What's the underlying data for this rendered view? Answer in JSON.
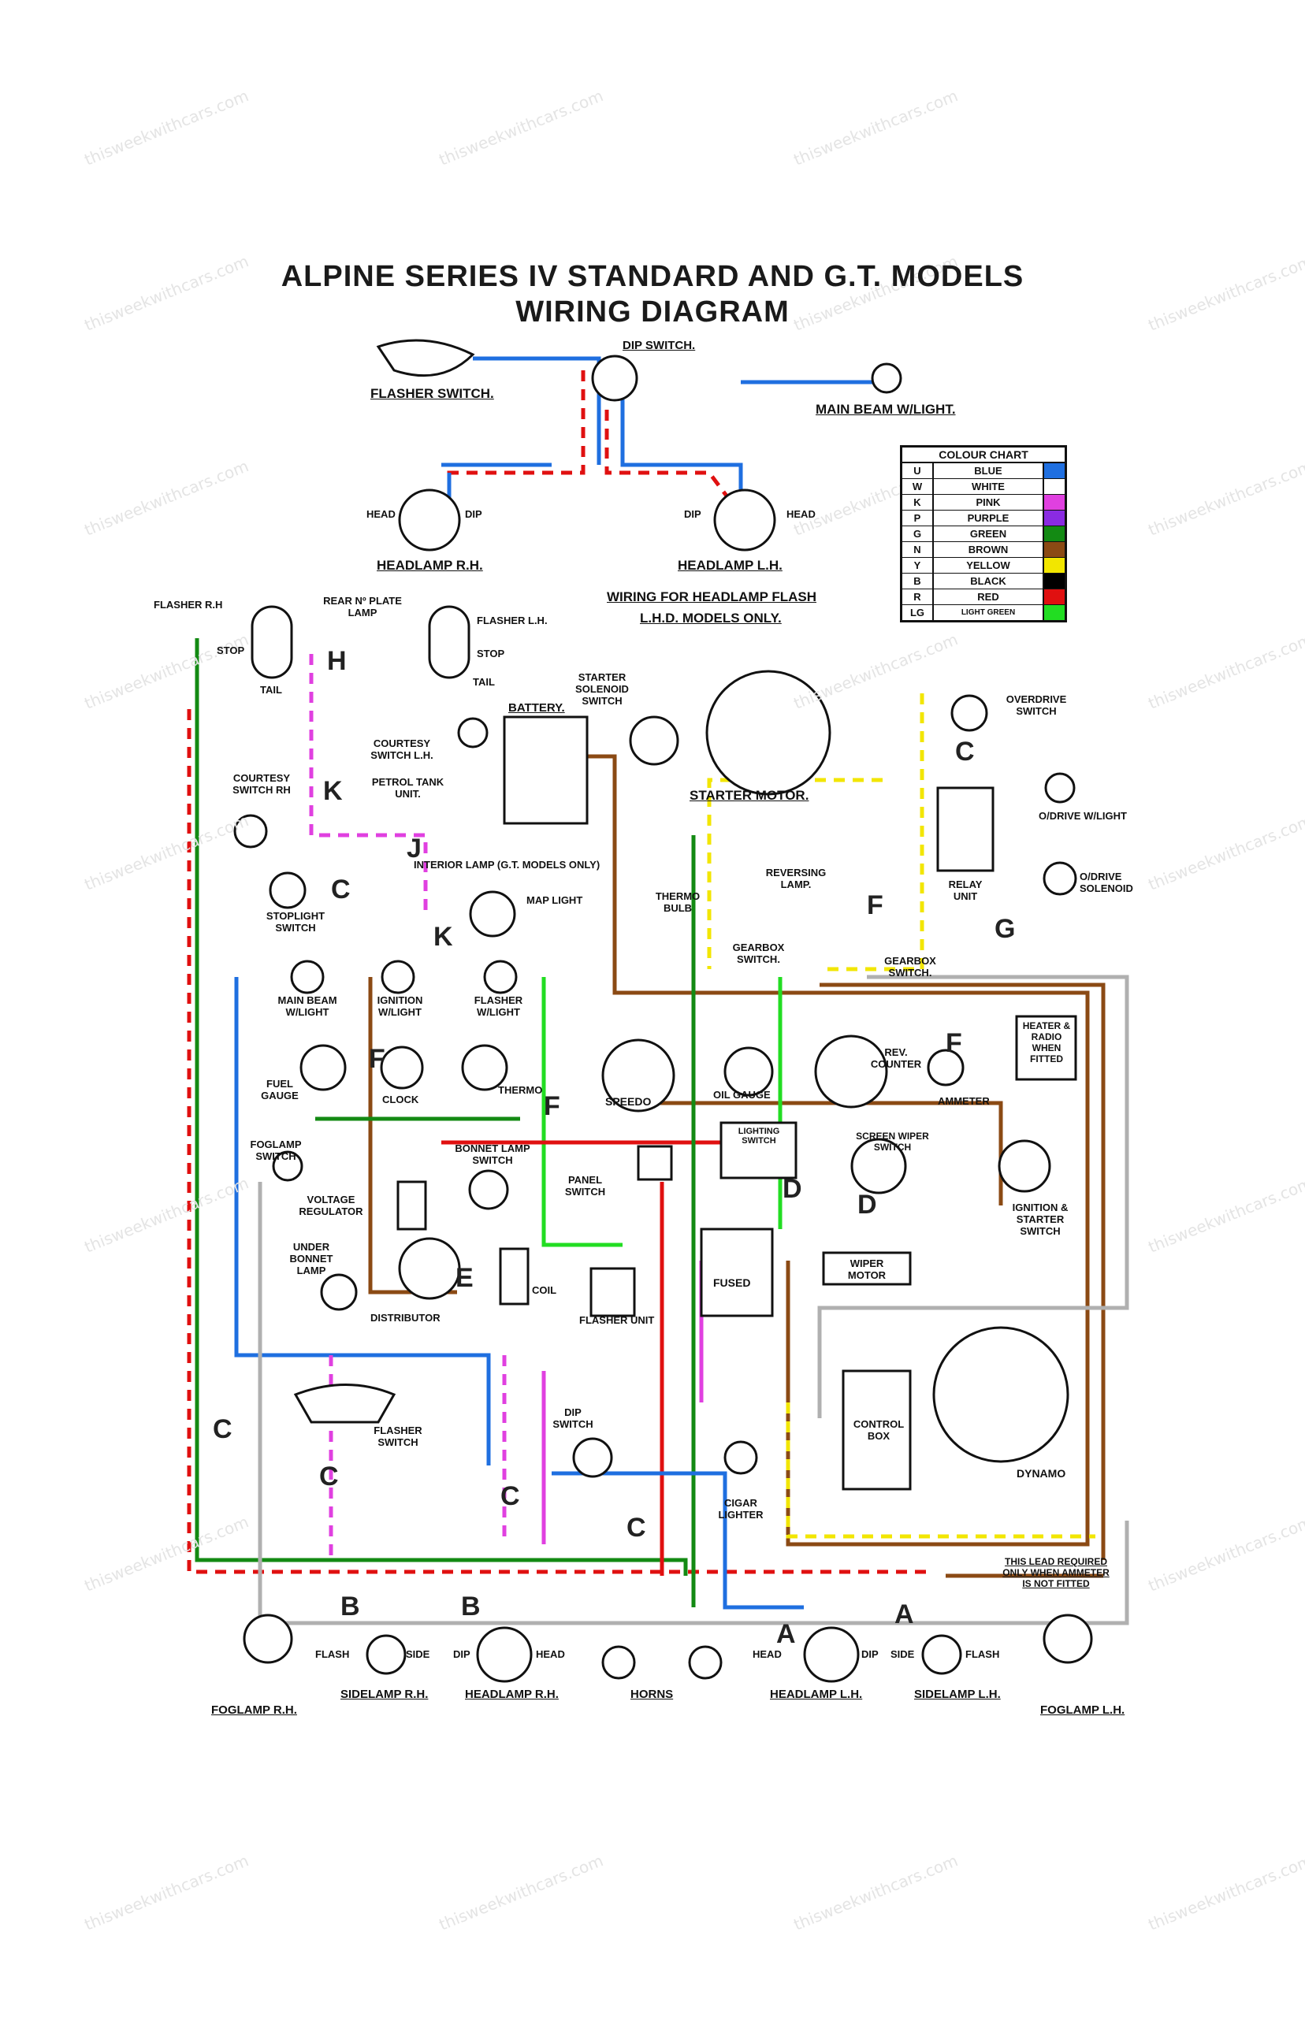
{
  "title": {
    "line1": "ALPINE SERIES IV STANDARD AND G.T. MODELS",
    "line2": "WIRING DIAGRAM"
  },
  "watermark": "thisweekwithcars.com",
  "colour_chart": {
    "title": "COLOUR CHART",
    "rows": [
      {
        "code": "U",
        "name": "BLUE",
        "color": "#1f6fe0"
      },
      {
        "code": "W",
        "name": "WHITE",
        "color": "#ffffff"
      },
      {
        "code": "K",
        "name": "PINK",
        "color": "#e040e0"
      },
      {
        "code": "P",
        "name": "PURPLE",
        "color": "#8a2be2"
      },
      {
        "code": "G",
        "name": "GREEN",
        "color": "#138a13"
      },
      {
        "code": "N",
        "name": "BROWN",
        "color": "#8b4a14"
      },
      {
        "code": "Y",
        "name": "YELLOW",
        "color": "#f2e600"
      },
      {
        "code": "B",
        "name": "BLACK",
        "color": "#000000"
      },
      {
        "code": "R",
        "name": "RED",
        "color": "#e01010"
      },
      {
        "code": "LG",
        "name": "LIGHT GREEN",
        "color": "#22dd22"
      }
    ]
  },
  "wire_colors": {
    "blue": "#1f6fe0",
    "red": "#e01010",
    "green": "#138a13",
    "brown": "#8b4a14",
    "yellow": "#f2e600",
    "pink": "#e040e0",
    "light_green": "#22dd22",
    "grey": "#b0b0b0"
  },
  "labels": {
    "flasher_switch": "FLASHER SWITCH.",
    "dip_switch": "DIP SWITCH.",
    "main_beam_light": "MAIN BEAM W/LIGHT.",
    "headlamp_rh": "HEADLAMP R.H.",
    "headlamp_lh": "HEADLAMP L.H.",
    "wiring_note_1": "WIRING FOR HEADLAMP FLASH",
    "wiring_note_2": "L.H.D. MODELS ONLY.",
    "head": "HEAD",
    "dip": "DIP",
    "flasher_rh": "FLASHER R.H",
    "rear_plate_lamp": "REAR Nº PLATE LAMP",
    "flasher_lh": "FLASHER L.H.",
    "stop": "STOP",
    "tail": "TAIL",
    "starter_solenoid_switch": "STARTER SOLENOID SWITCH",
    "battery": "BATTERY.",
    "starter_motor": "STARTER MOTOR.",
    "overdrive_switch": "OVERDRIVE SWITCH",
    "courtesy_switch_lh": "COURTESY SWITCH L.H.",
    "courtesy_switch_rh": "COURTESY SWITCH RH",
    "petrol_tank_unit": "PETROL TANK UNIT.",
    "interior_lamp": "INTERIOR LAMP (G.T. MODELS ONLY)",
    "map_light": "MAP LIGHT",
    "stoplight_switch": "STOPLIGHT SWITCH",
    "reversing_lamp": "REVERSING LAMP.",
    "thermo_bulb": "THERMO BULB",
    "gearbox_switch": "GEARBOX SWITCH.",
    "gearbox_switch_2": "GEARBOX SWITCH.",
    "relay_unit": "RELAY UNIT",
    "odrive_light": "O/DRIVE W/LIGHT",
    "odrive_solenoid": "O/DRIVE SOLENOID",
    "main_beam_wlight": "MAIN BEAM W/LIGHT",
    "ignition_wlight": "IGNITION W/LIGHT",
    "flasher_wlight": "FLASHER W/LIGHT",
    "heater_radio": "HEATER & RADIO WHEN FITTED",
    "fuel_gauge": "FUEL GAUGE",
    "clock": "CLOCK",
    "thermo": "THERMO",
    "speedo": "SPEEDO",
    "oil_gauge": "OIL GAUGE",
    "rev_counter": "REV. COUNTER",
    "ammeter": "AMMETER",
    "foglamp_switch": "FOGLAMP SWITCH",
    "voltage_regulator": "VOLTAGE REGULATOR",
    "bonnet_lamp_switch": "BONNET LAMP SWITCH",
    "panel_switch": "PANEL SWITCH",
    "lighting_switch": "LIGHTING SWITCH",
    "screen_wiper_switch": "SCREEN WIPER SWITCH",
    "ignition_starter_switch": "IGNITION & STARTER SWITCH",
    "under_bonnet_lamp": "UNDER BONNET LAMP",
    "distributor": "DISTRIBUTOR",
    "coil": "COIL",
    "flasher_unit": "FLASHER UNIT",
    "fused": "FUSED",
    "wiper_motor": "WIPER MOTOR",
    "control_box": "CONTROL BOX",
    "dynamo": "DYNAMO",
    "cigar_lighter": "CIGAR LIGHTER",
    "flasher_switch_lower": "FLASHER SWITCH",
    "dip_switch_lower": "DIP SWITCH",
    "ammeter_note": "THIS LEAD REQUIRED ONLY WHEN AMMETER IS NOT FITTED",
    "flash": "FLASH",
    "side": "SIDE",
    "foglamp_rh": "FOGLAMP R.H.",
    "sidelamp_rh": "SIDELAMP R.H.",
    "headlamp_rh_bottom": "HEADLAMP R.H.",
    "horns": "HORNS",
    "headlamp_lh_bottom": "HEADLAMP L.H.",
    "sidelamp_lh": "SIDELAMP L.H.",
    "foglamp_lh": "FOGLAMP L.H."
  },
  "connector_letters": [
    "A",
    "B",
    "C",
    "D",
    "E",
    "F",
    "G",
    "H",
    "J",
    "K"
  ]
}
